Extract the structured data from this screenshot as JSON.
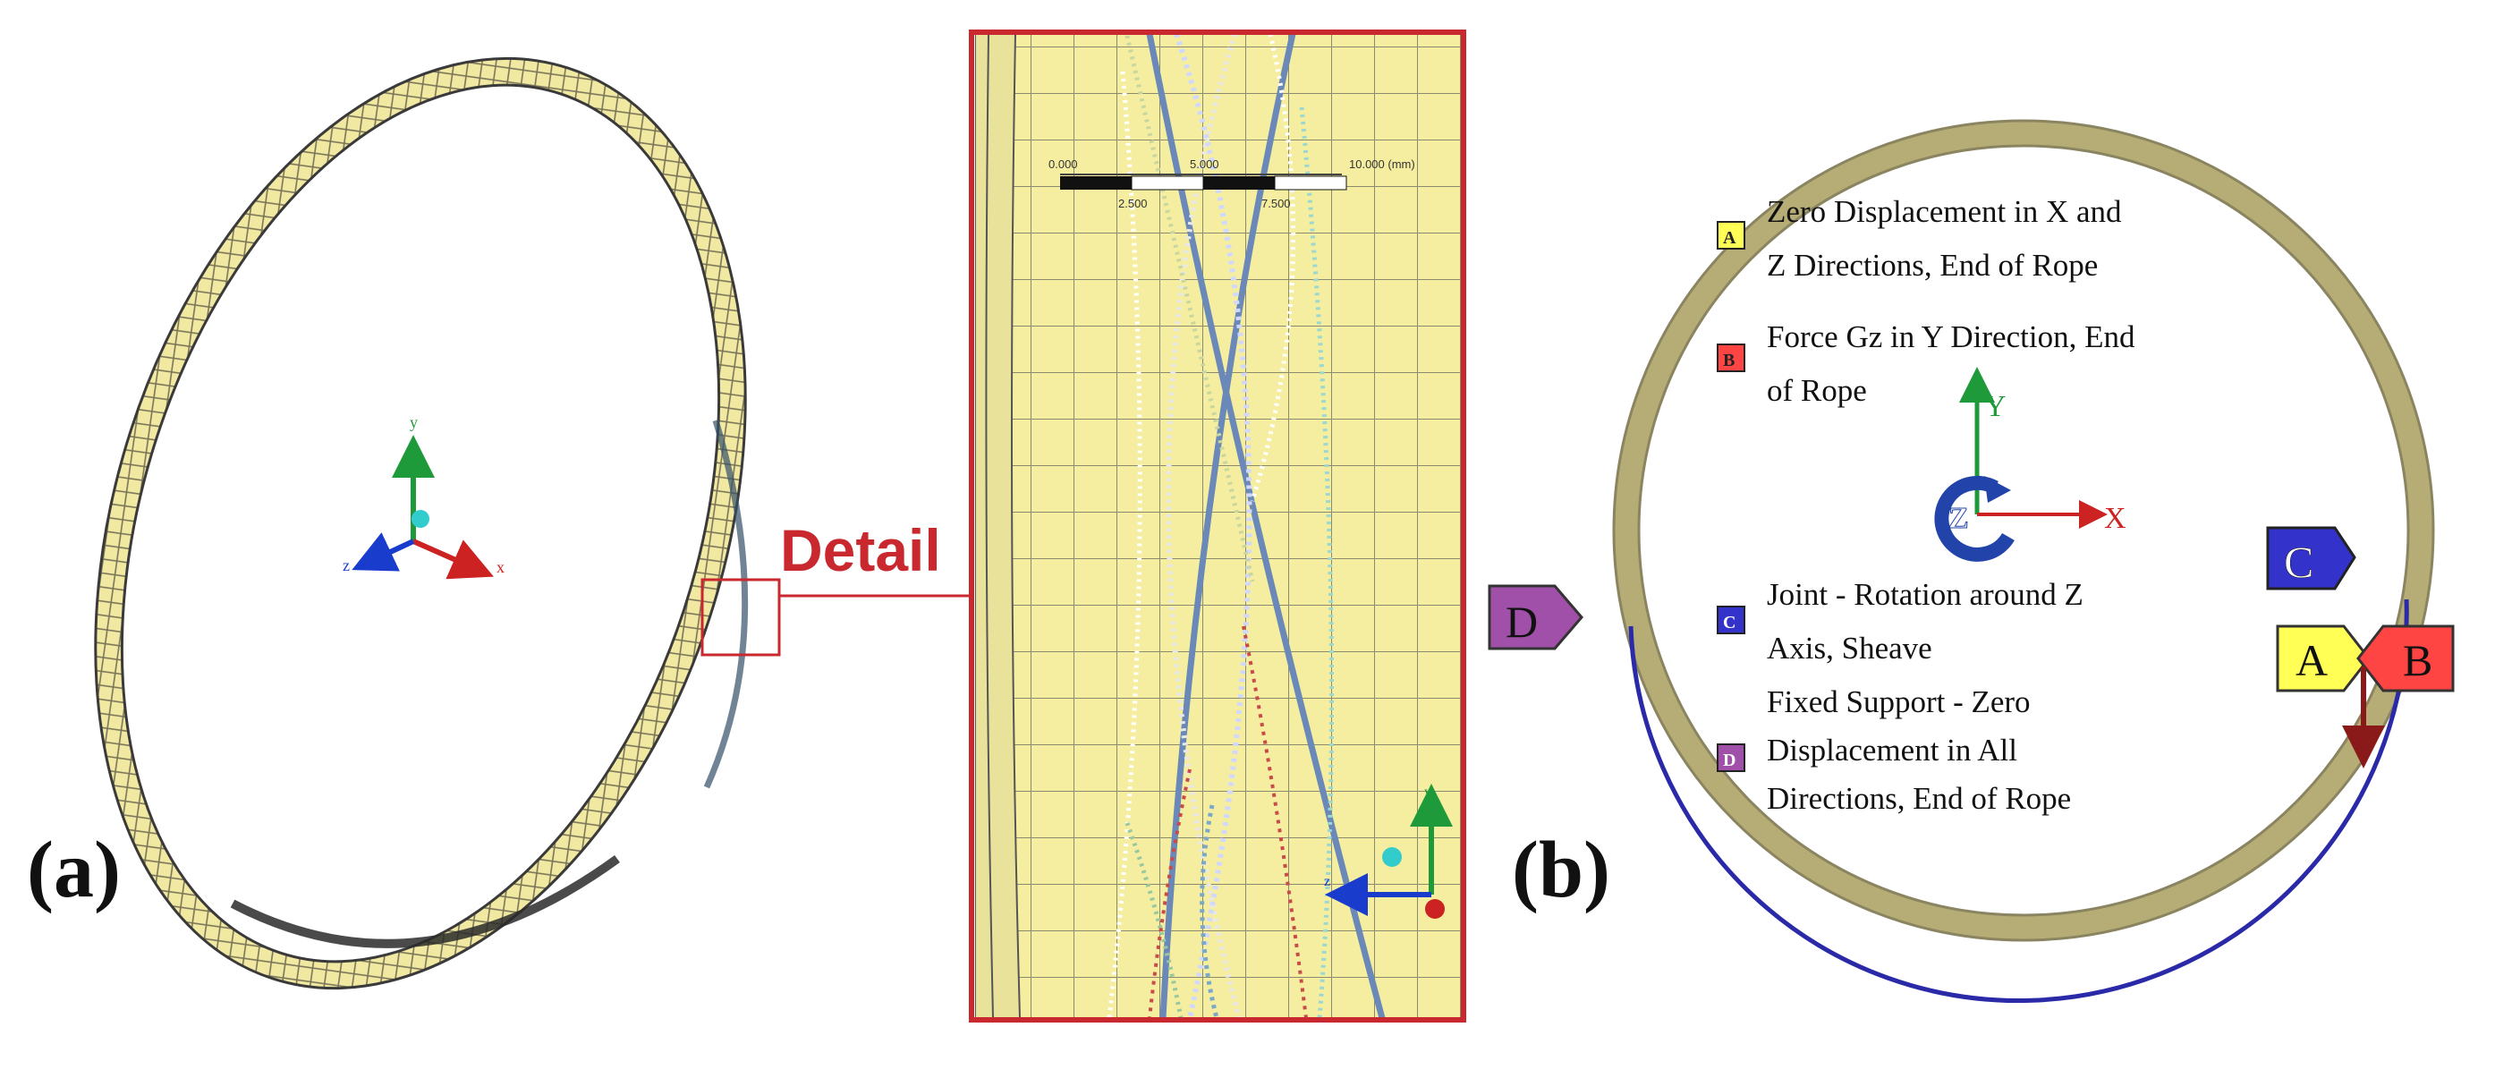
{
  "panel_a": {
    "label": "(a)",
    "detail_label": "Detail",
    "axes": {
      "x": "x",
      "y": "y",
      "z": "z"
    }
  },
  "detail": {
    "scale_labels": [
      "0.000",
      "5.000",
      "10.000 (mm)",
      "2.500",
      "7.500"
    ],
    "axes": {
      "z": "z",
      "y": "y"
    }
  },
  "panel_b": {
    "label": "(b)",
    "axes": {
      "x": "X",
      "y": "Y",
      "z": "Z"
    },
    "legend": [
      {
        "key": "A",
        "color": "#ffff55",
        "lines": [
          "Zero Displacement in X and",
          "Z Directions, End of Rope"
        ]
      },
      {
        "key": "B",
        "color": "#ff4444",
        "lines": [
          "Force Gz in Y Direction, End",
          "of Rope"
        ]
      },
      {
        "key": "C",
        "color": "#3333cc",
        "lines": [
          "Joint - Rotation around Z",
          "Axis, Sheave"
        ]
      },
      {
        "key": "D",
        "color": "#a050a8",
        "lines": [
          "Fixed Support - Zero",
          "Displacement in All",
          "Directions, End of Rope"
        ]
      }
    ],
    "tags": {
      "a": "A",
      "b": "B",
      "c": "C",
      "d": "D"
    }
  },
  "colors": {
    "mesh": "#f5eea0",
    "ring_b": "#b5ad75",
    "frame": "#c8282e",
    "detail_text": "#c8282e"
  }
}
